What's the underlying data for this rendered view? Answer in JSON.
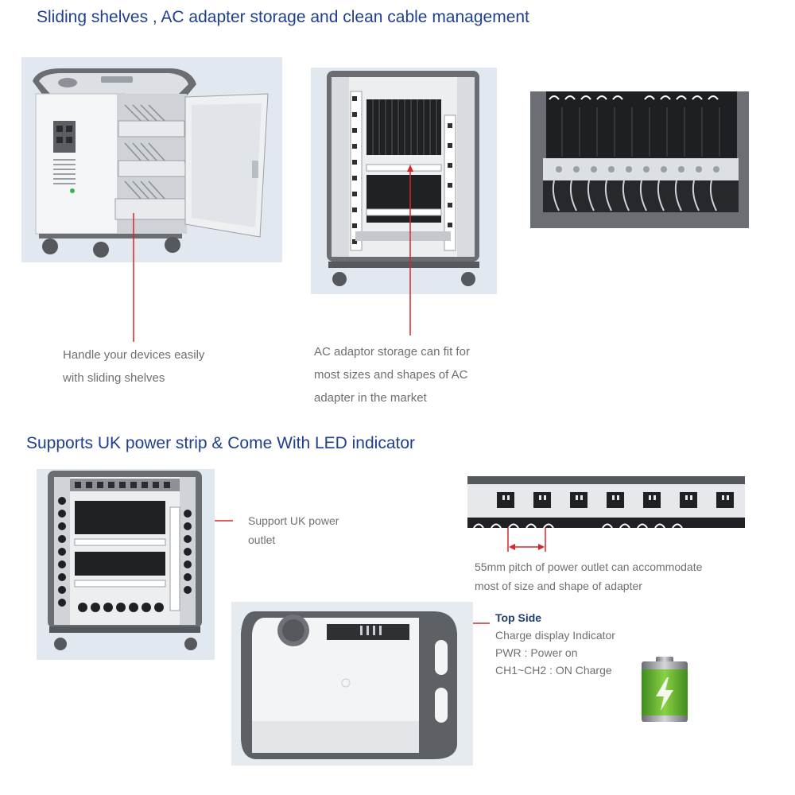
{
  "section1": {
    "heading": "Sliding shelves , AC adapter storage and clean cable management",
    "caption_left": [
      "Handle your devices easily",
      "with sliding shelves"
    ],
    "caption_mid": [
      "AC adaptor storage can fit for",
      "most sizes and shapes of AC",
      "adapter in the market"
    ]
  },
  "section2": {
    "heading": "Supports UK power strip & Come With LED indicator",
    "caption_uk": [
      "Support UK power",
      "outlet"
    ],
    "caption_pitch": [
      "55mm pitch of power outlet can accommodate",
      "most of size and shape of adapter"
    ],
    "top_side": {
      "title": "Top Side",
      "lines": [
        "Charge display Indicator",
        "PWR : Power on",
        "CH1~CH2 : ON Charge"
      ]
    }
  },
  "colors": {
    "heading": "#1f3f8f",
    "callout_line": "#d9252a",
    "battery": "#5fae2e"
  },
  "icons": {
    "battery": "battery-charging-icon"
  }
}
